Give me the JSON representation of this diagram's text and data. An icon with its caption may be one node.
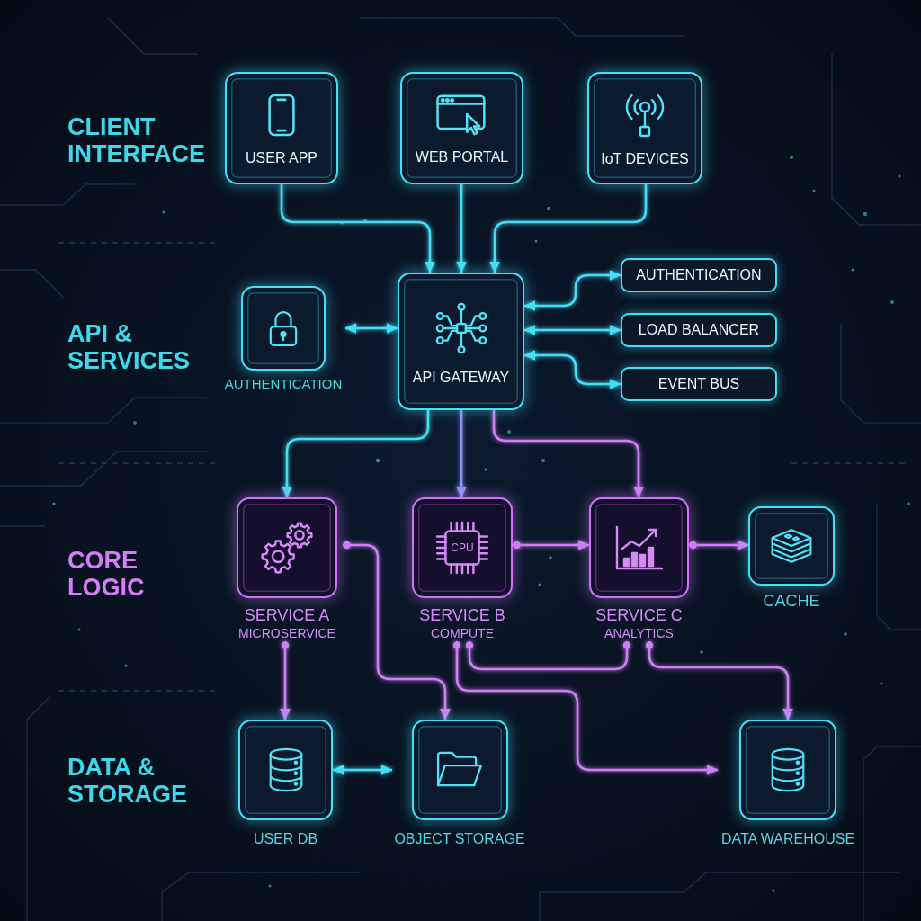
{
  "diagram": {
    "nodes": [
      {
        "text": [
          "USER APP"
        ]
      },
      {
        "text": [
          "WEB PORTAL"
        ]
      },
      {
        "text": [
          "IoT DEVICES"
        ]
      },
      {
        "text": [
          "AUTHENTICATION"
        ]
      },
      {
        "text": [
          "API GATEWAY"
        ]
      },
      {
        "text": [
          "AUTHENTICATION"
        ]
      },
      {
        "text": [
          "LOAD BALANCER"
        ]
      },
      {
        "text": [
          "EVENT BUS"
        ]
      },
      {
        "text": [
          "SERVICE A",
          "MICROSERVICE"
        ]
      },
      {
        "text": [
          "CPU",
          "SERVICE B",
          "COMPUTE"
        ]
      },
      {
        "text": [
          "SERVICE C",
          "ANALYTICS"
        ]
      },
      {
        "text": [
          "CACHE"
        ]
      },
      {
        "text": [
          "USER DB"
        ]
      },
      {
        "text": [
          "OBJECT STORAGE"
        ]
      },
      {
        "text": [
          "DATA WAREHOUSE"
        ]
      }
    ],
    "edges": [
      {
        "from": 0,
        "to": 4,
        "arrow": "to"
      },
      {
        "from": 1,
        "to": 4,
        "arrow": "to"
      },
      {
        "from": 2,
        "to": 4,
        "arrow": "to"
      },
      {
        "from": 3,
        "to": 4,
        "arrow": "both"
      },
      {
        "from": 4,
        "to": 5,
        "arrow": "both"
      },
      {
        "from": 4,
        "to": 6,
        "arrow": "both"
      },
      {
        "from": 4,
        "to": 7,
        "arrow": "both"
      },
      {
        "from": 4,
        "to": 8,
        "arrow": "to"
      },
      {
        "from": 4,
        "to": 9,
        "arrow": "to",
        "color": "#8f93f7"
      },
      {
        "from": 4,
        "to": 10,
        "arrow": "to",
        "color": "#cf7ff5"
      },
      {
        "from": 9,
        "to": 10,
        "arrow": "to",
        "color": "#cf7ff5"
      },
      {
        "from": 10,
        "to": 11,
        "arrow": "to",
        "color": "#cf7ff5"
      },
      {
        "from": 8,
        "to": 12,
        "arrow": "to",
        "color": "#cf7ff5"
      },
      {
        "from": 8,
        "to": 13,
        "arrow": "to",
        "color": "#cf7ff5"
      },
      {
        "from": 12,
        "to": 13,
        "arrow": "both"
      },
      {
        "from": 9,
        "to": 14,
        "arrow": "to",
        "color": "#cf7ff5"
      },
      {
        "from": 9,
        "to": 10,
        "arrow": "other",
        "color": "#cf7ff5"
      },
      {
        "from": 10,
        "to": 14,
        "arrow": "to",
        "color": "#cf7ff5"
      }
    ],
    "labels": [
      "CLIENT INTERFACE",
      "API & SERVICES",
      "CORE LOGIC",
      "DATA & STORAGE"
    ]
  }
}
